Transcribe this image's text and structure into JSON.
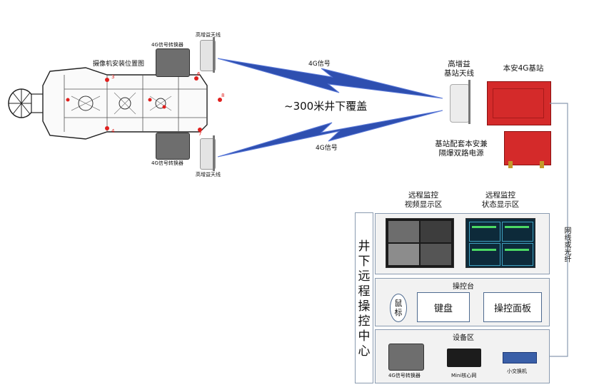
{
  "top": {
    "antenna_label_top": "高增益天线",
    "antenna_label_bottom": "高增益天线",
    "converter_label_top": "4G信号转换器",
    "converter_label_bottom": "4G信号转换器",
    "camera_positions_label": "摄像机安装位置图",
    "signal_top": "4G信号",
    "signal_bottom": "4G信号",
    "coverage": "~300米井下覆盖",
    "base_antenna_label": "高增益\n基站天线",
    "base_station_label": "本安4G基站",
    "power_label": "基站配套本安兼\n隔爆双路电源",
    "cable_label": "网线或光纤",
    "markers": [
      "3",
      "6",
      "8",
      "4",
      "7"
    ]
  },
  "center": {
    "title": "井下远程操控中心",
    "video_area_label": "远程监控\n视频显示区",
    "status_area_label": "远程监控\n状态显示区",
    "console_title": "操控台",
    "mouse_label": "鼠标",
    "keyboard_label": "键盘",
    "control_panel_label": "操控面板",
    "equipment_title": "设备区",
    "equip_converter_label": "4G信号转换器",
    "equip_mini_label": "Mini核心网",
    "equip_switch_label": "小交换机"
  },
  "colors": {
    "bolt_blue": "#2e4fb0",
    "base_red": "#d42a2a",
    "panel_border": "#8a9bb0",
    "marker_red": "#e0201e"
  }
}
